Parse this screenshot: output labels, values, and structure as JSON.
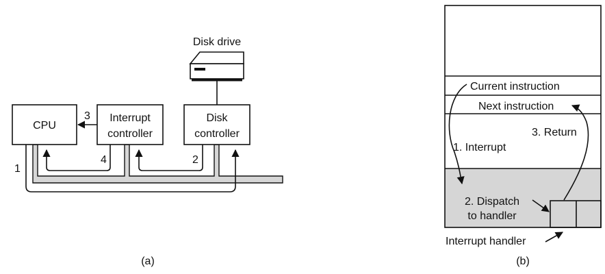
{
  "diagram_a": {
    "caption": "(a)",
    "disk_drive_label": "Disk drive",
    "cpu_label": "CPU",
    "interrupt_controller_label": [
      "Interrupt",
      "controller"
    ],
    "disk_controller_label": [
      "Disk",
      "controller"
    ],
    "step_labels": {
      "s1": "1",
      "s2": "2",
      "s3": "3",
      "s4": "4"
    }
  },
  "diagram_b": {
    "caption": "(b)",
    "current_instruction": "Current instruction",
    "next_instruction": "Next instruction",
    "interrupt": "1. Interrupt",
    "dispatch": [
      "2. Dispatch",
      "to handler"
    ],
    "return": "3. Return",
    "interrupt_handler": "Interrupt handler"
  },
  "colors": {
    "shade": "#d6d6d6",
    "stroke": "#111111"
  }
}
